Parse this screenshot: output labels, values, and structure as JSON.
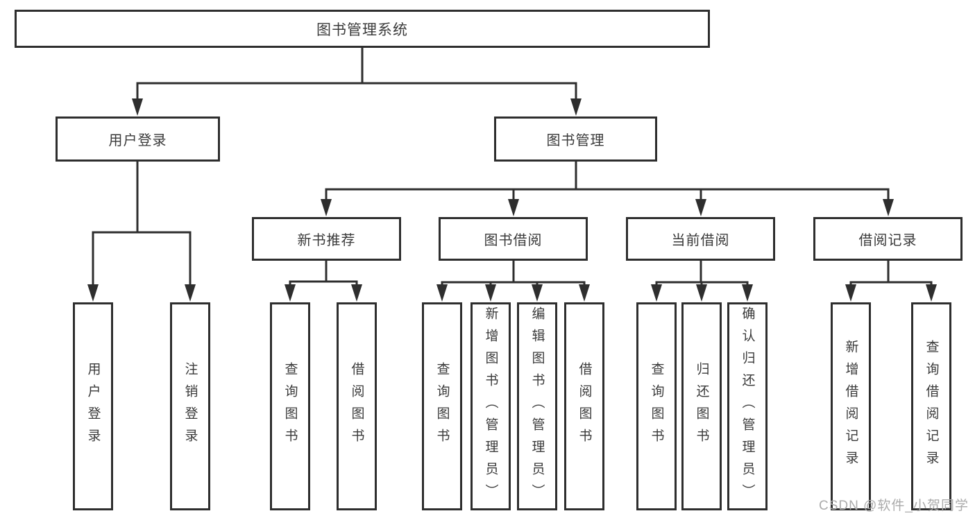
{
  "tree": {
    "root": "图书管理系统",
    "login_branch": {
      "label": "用户登录",
      "children": [
        "用户登录",
        "注销登录"
      ]
    },
    "mgmt_branch": {
      "label": "图书管理",
      "groups": [
        {
          "label": "新书推荐",
          "children": [
            "查询图书",
            "借阅图书"
          ]
        },
        {
          "label": "图书借阅",
          "children": [
            "查询图书",
            "新增图书（管理员）",
            "编辑图书（管理员）",
            "借阅图书"
          ]
        },
        {
          "label": "当前借阅",
          "children": [
            "查询图书",
            "归还图书",
            "确认归还（管理员）"
          ]
        },
        {
          "label": "借阅记录",
          "children": [
            "新增借阅记录",
            "查询借阅记录"
          ]
        }
      ]
    }
  },
  "watermark": "CSDN @软件_小贺同学",
  "colors": {
    "line": "#2e2e2e",
    "text": "#3a3a3a",
    "watermark": "#ababab",
    "background": "#ffffff"
  }
}
